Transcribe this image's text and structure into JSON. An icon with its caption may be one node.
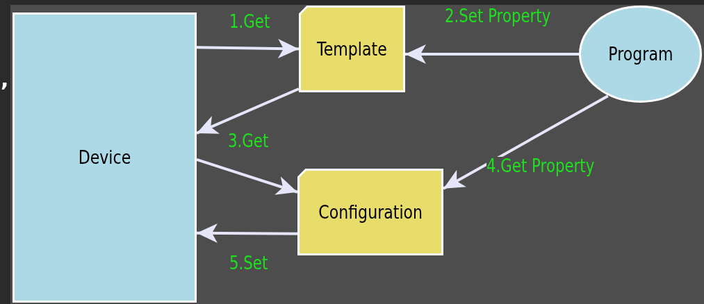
{
  "diagram": {
    "nodes": [
      {
        "text": [
          "Device"
        ]
      },
      {
        "text": [
          "Template"
        ]
      },
      {
        "text": [
          "Configuration"
        ]
      },
      {
        "text": [
          "Program"
        ]
      }
    ],
    "edges": [
      {
        "from": 0,
        "to": 1,
        "arrow": "to",
        "label": "1.Get"
      },
      {
        "from": 3,
        "to": 1,
        "arrow": "to",
        "label": "2.Set Property"
      },
      {
        "from": 1,
        "to": 0,
        "arrow": "to"
      },
      {
        "from": 0,
        "to": 2,
        "arrow": "to",
        "label": "3.Get"
      },
      {
        "from": 3,
        "to": 2,
        "arrow": "to",
        "label": "4.Get Property"
      },
      {
        "from": 2,
        "to": 0,
        "arrow": "to",
        "label": "5.Set"
      }
    ],
    "labels": [
      ","
    ]
  }
}
